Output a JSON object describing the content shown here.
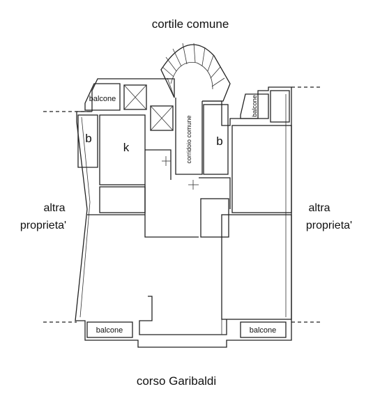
{
  "labels": {
    "top": "cortile comune",
    "bottom": "corso Garibaldi",
    "left_line1": "altra",
    "left_line2": "proprieta'",
    "right_line1": "altra",
    "right_line2": "proprieta'",
    "balcone_top_left": "balcone",
    "balcone_top_right": "balcone",
    "balcone_bottom_left": "balcone",
    "balcone_bottom_right": "balcone",
    "room_b_left": "b",
    "room_k": "k",
    "room_b_right": "b",
    "corridor": "corridoio comune"
  }
}
